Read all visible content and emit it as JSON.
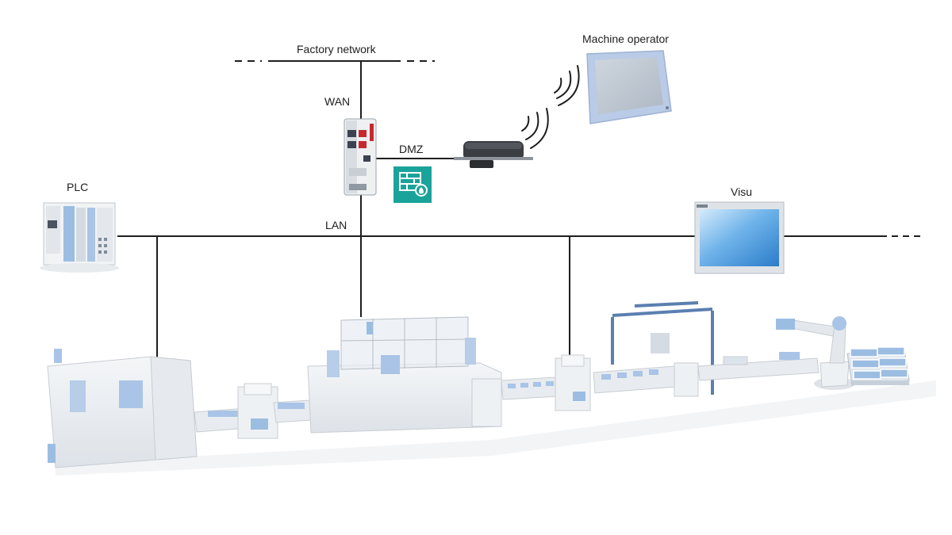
{
  "labels": {
    "factory_network": "Factory network",
    "wan": "WAN",
    "dmz": "DMZ",
    "lan": "LAN",
    "plc": "PLC",
    "visu": "Visu",
    "machine_operator": "Machine operator"
  },
  "icons": {
    "firewall": "firewall-flame-icon",
    "wireless": "wireless-signal-icon"
  },
  "colors": {
    "firewall_badge": "#1aa39a",
    "router_accent": "#c8282d",
    "line": "#1e1e1e",
    "machine_accent": "#a9c4e6"
  }
}
